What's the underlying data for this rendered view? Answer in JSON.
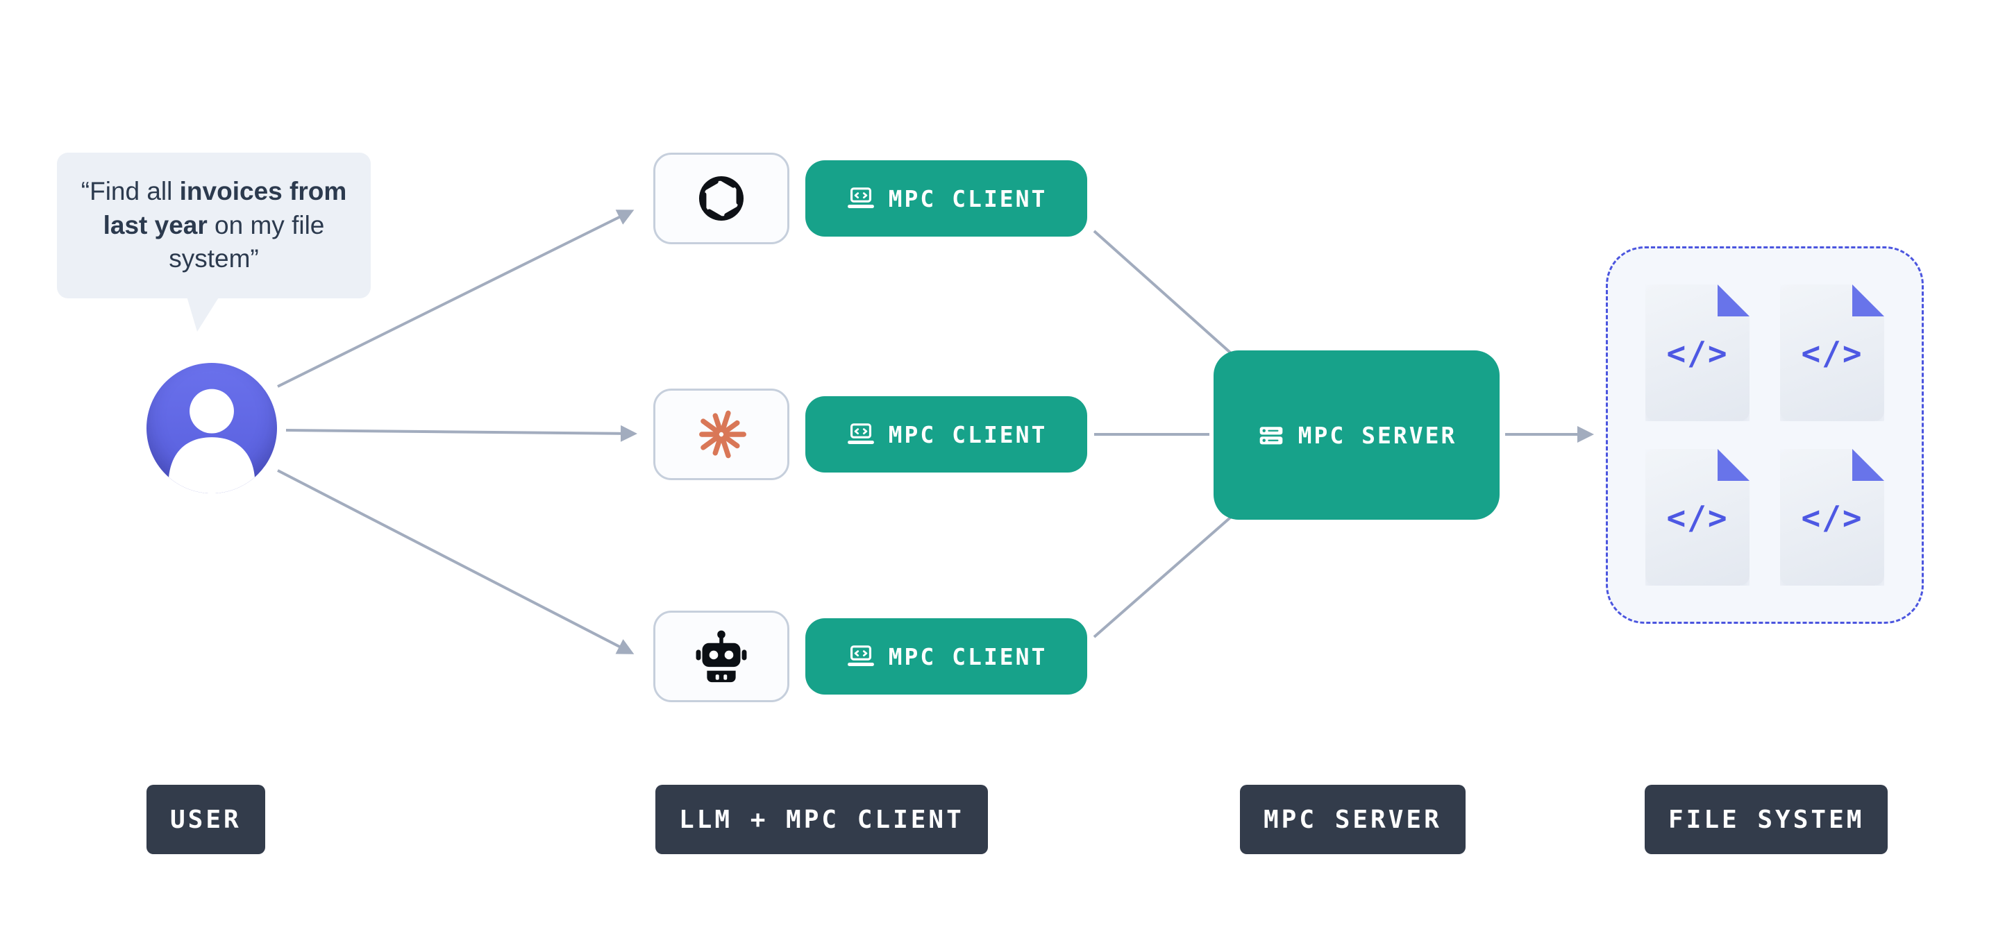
{
  "bubble": {
    "prefix": "“Find all ",
    "bold": "invoices from last year",
    "suffix": " on my file system”"
  },
  "clients": [
    {
      "icon": "openai-logo-icon",
      "label": "MPC CLIENT"
    },
    {
      "icon": "claude-logo-icon",
      "label": "MPC CLIENT"
    },
    {
      "icon": "robot-icon",
      "label": "MPC CLIENT"
    }
  ],
  "server": {
    "icon": "server-stack-icon",
    "label": "MPC SERVER"
  },
  "file_system": {
    "files_glyph": "</>",
    "file_count": 4
  },
  "legend": [
    {
      "label": "USER"
    },
    {
      "label": "LLM + MPC CLIENT"
    },
    {
      "label": "MPC SERVER"
    },
    {
      "label": "FILE SYSTEM"
    }
  ],
  "colors": {
    "teal": "#17A28A",
    "dark_label": "#333C4B",
    "indigo": "#5C63E6",
    "fold_indigo": "#6874EA",
    "arrow_gray": "#A2ACBE",
    "bubble_bg": "#ECF0F6",
    "claude_orange": "#D97757",
    "dashed_border": "#4B55DF"
  }
}
